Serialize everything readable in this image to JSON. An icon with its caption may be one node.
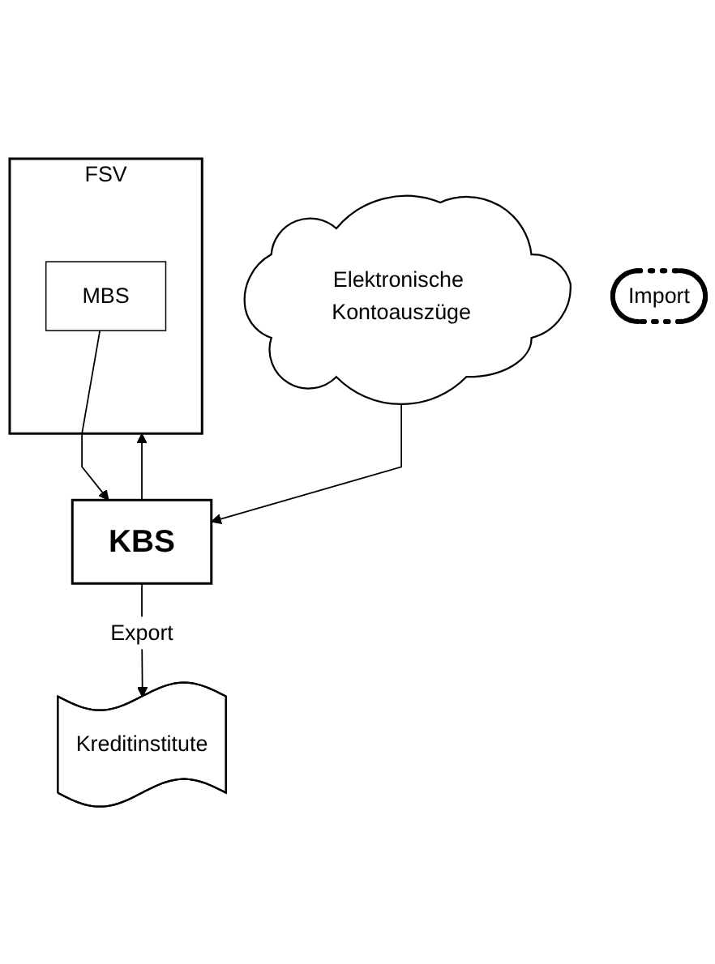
{
  "diagram": {
    "nodes": [
      {
        "text": [
          "FSV"
        ]
      },
      {
        "text": [
          "MBS"
        ],
        "in": 0
      },
      {
        "text": [
          "Elektronische Kontoauszüge"
        ]
      },
      {
        "text": [
          "Import"
        ]
      },
      {
        "text": [
          "KBS"
        ]
      },
      {
        "text": [
          "Kreditinstitute"
        ]
      }
    ],
    "edges": [
      {
        "from": 1,
        "to": 4,
        "arrow": "to"
      },
      {
        "from": 2,
        "to": 4,
        "arrow": "to"
      },
      {
        "from": 4,
        "to": 0,
        "arrow": "to"
      },
      {
        "from": 4,
        "to": 5,
        "arrow": "to",
        "label": "Export"
      }
    ]
  }
}
